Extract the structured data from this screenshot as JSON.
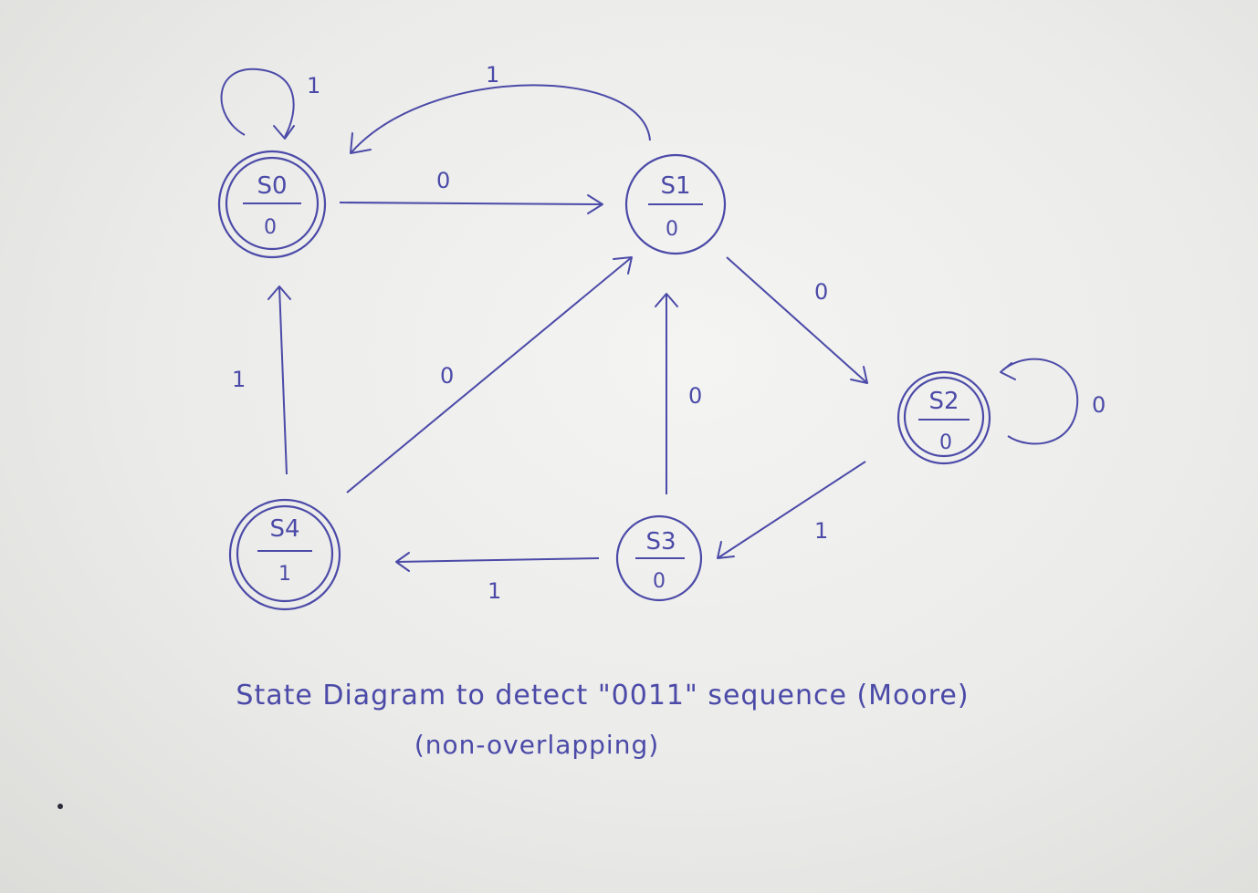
{
  "diagram": {
    "states": [
      {
        "id": "S0",
        "name": "S0",
        "output": "0"
      },
      {
        "id": "S1",
        "name": "S1",
        "output": "0"
      },
      {
        "id": "S2",
        "name": "S2",
        "output": "0"
      },
      {
        "id": "S3",
        "name": "S3",
        "output": "0"
      },
      {
        "id": "S4",
        "name": "S4",
        "output": "1"
      }
    ],
    "transitions": [
      {
        "from": "S0",
        "to": "S0",
        "label": "1"
      },
      {
        "from": "S0",
        "to": "S1",
        "label": "0"
      },
      {
        "from": "S1",
        "to": "S0",
        "label": "1"
      },
      {
        "from": "S1",
        "to": "S2",
        "label": "0"
      },
      {
        "from": "S2",
        "to": "S2",
        "label": "0"
      },
      {
        "from": "S2",
        "to": "S3",
        "label": "1"
      },
      {
        "from": "S3",
        "to": "S1",
        "label": "0"
      },
      {
        "from": "S3",
        "to": "S4",
        "label": "1"
      },
      {
        "from": "S4",
        "to": "S0",
        "label": "1"
      },
      {
        "from": "S4",
        "to": "S1",
        "label": "0"
      }
    ],
    "caption": {
      "title": "State Diagram to detect \"0011\" sequence (Moore)",
      "subtitle": "(non-overlapping)"
    },
    "ink_color": "#4b4aa8"
  }
}
